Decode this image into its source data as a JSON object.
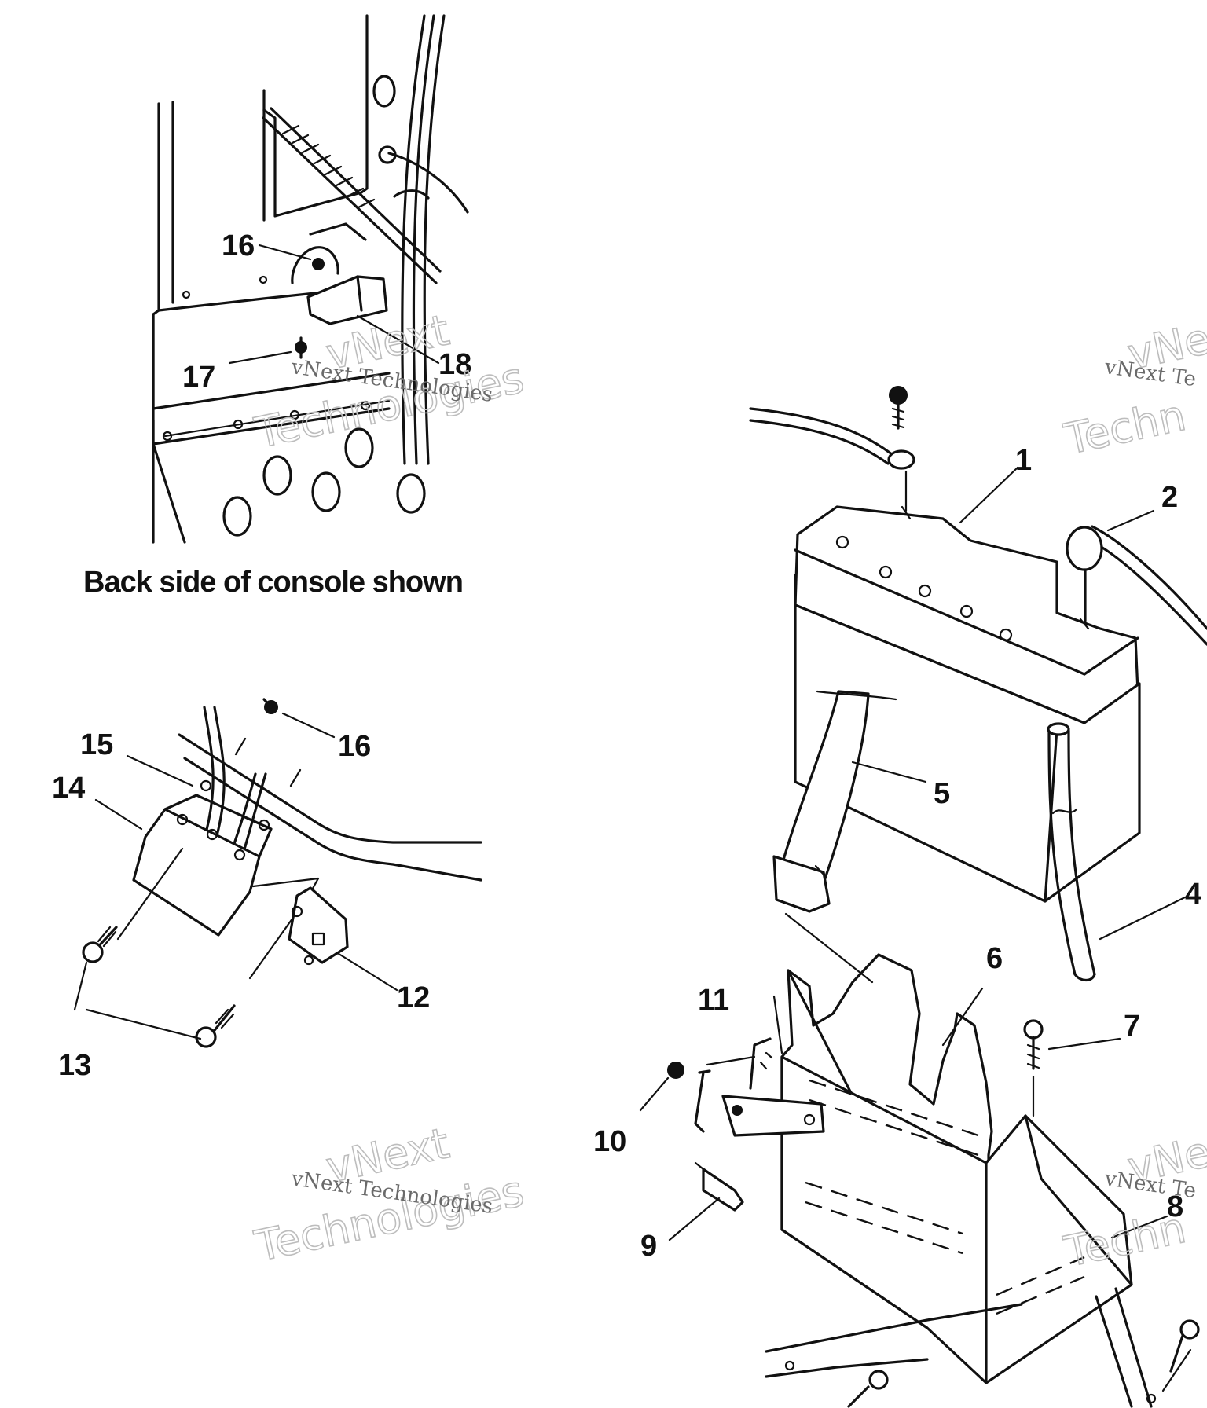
{
  "diagram": {
    "caption": "Back side of console shown",
    "callouts": [
      "1",
      "2",
      "4",
      "5",
      "6",
      "7",
      "8",
      "9",
      "10",
      "11",
      "12",
      "13",
      "14",
      "15",
      "16",
      "16",
      "17",
      "18"
    ],
    "watermark": {
      "line1": "vNext",
      "line2": "Technologies",
      "small": "vNext Technologies",
      "small_clipped": "vNext Te",
      "big1_clipped": "vNe",
      "big2_clipped": "Techn"
    }
  }
}
